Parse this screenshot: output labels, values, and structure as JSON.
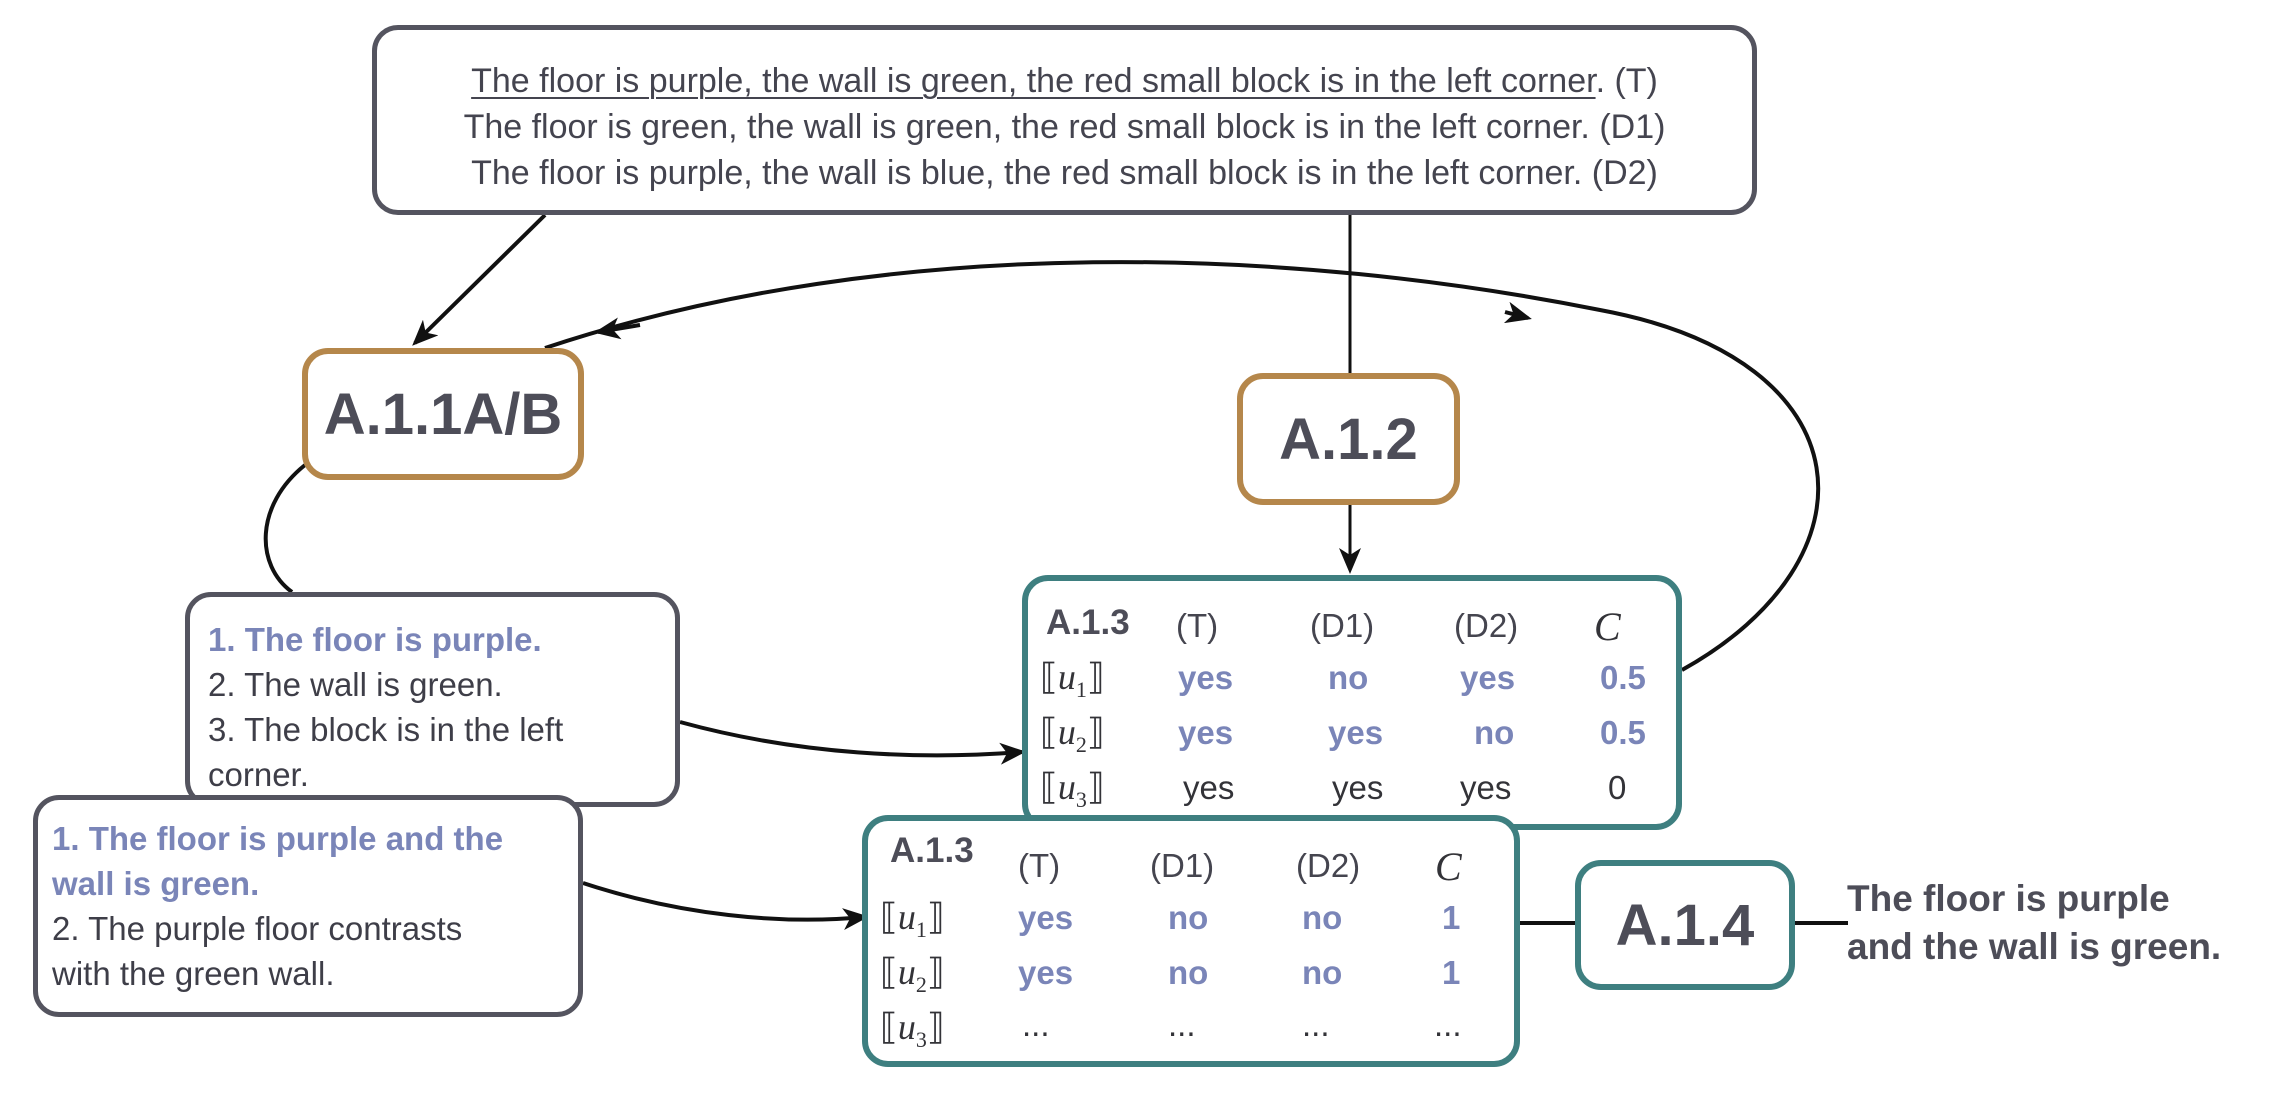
{
  "sentences": {
    "target_text": "The floor is purple, the wall is green, the red small block is in the left corner",
    "target_tag": ". (T)",
    "d1": "The floor is green, the wall is green, the red small block is in the left corner. (D1)",
    "d2": "The floor is purple, the wall is blue, the red small block is in the left corner. (D2)"
  },
  "nodes": {
    "a11": "A.1.1A/B",
    "a12": "A.1.2",
    "a14": "A.1.4"
  },
  "list1": {
    "item1": "1. The floor is purple.",
    "item2": "2. The wall is green.",
    "item3a": "3. The block is in the left",
    "item3b": "corner."
  },
  "list2": {
    "item1a": "1. The floor is purple and the",
    "item1b": "wall is green.",
    "item2a": "2. The purple floor contrasts",
    "item2b": "with the green wall."
  },
  "table_top": {
    "title": "A.1.3",
    "cols": [
      "(T)",
      "(D1)",
      "(D2)",
      "C"
    ],
    "rows": [
      {
        "label": "u",
        "sub": "1",
        "vals": [
          "yes",
          "no",
          "yes"
        ],
        "c": "0.5"
      },
      {
        "label": "u",
        "sub": "2",
        "vals": [
          "yes",
          "yes",
          "no"
        ],
        "c": "0.5"
      },
      {
        "label": "u",
        "sub": "3",
        "vals": [
          "yes",
          "yes",
          "yes"
        ],
        "c": "0"
      }
    ]
  },
  "table_bottom": {
    "title": "A.1.3",
    "cols": [
      "(T)",
      "(D1)",
      "(D2)",
      "C"
    ],
    "rows": [
      {
        "label": "u",
        "sub": "1",
        "vals": [
          "yes",
          "no",
          "no"
        ],
        "c": "1"
      },
      {
        "label": "u",
        "sub": "2",
        "vals": [
          "yes",
          "no",
          "no"
        ],
        "c": "1"
      },
      {
        "label": "u",
        "sub": "3",
        "vals": [
          "...",
          "...",
          "..."
        ],
        "c": "..."
      }
    ]
  },
  "output": {
    "line1": "The floor is purple",
    "line2": "and the wall is green."
  },
  "colors": {
    "highlight": "#7a85b8",
    "node_gold": "#b5874b",
    "node_teal": "#3e7f80",
    "box_dark": "#54545f"
  }
}
